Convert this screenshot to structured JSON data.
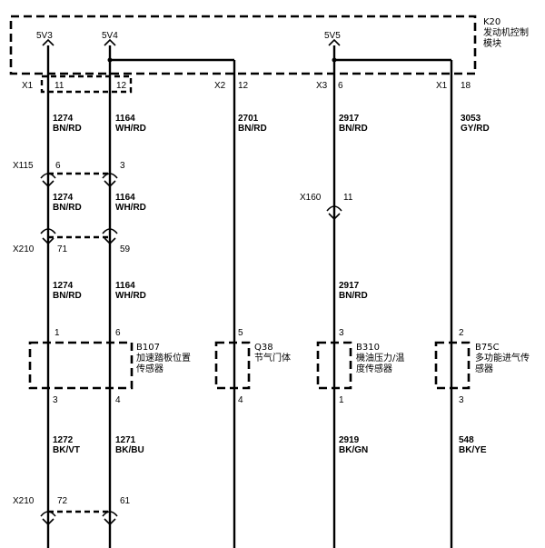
{
  "module": {
    "id": "K20",
    "name_line1": "发动机控制",
    "name_line2": "模块",
    "pins": [
      "5V3",
      "5V4",
      "5V5"
    ]
  },
  "ecm_connectors": [
    {
      "conn": "X1",
      "pins": [
        "11",
        "12"
      ]
    },
    {
      "conn": "X2",
      "pin": "12"
    },
    {
      "conn": "X3",
      "pin": "6"
    },
    {
      "conn": "X1",
      "pin": "18"
    }
  ],
  "wires_top": [
    {
      "circuit": "1274",
      "color": "BN/RD"
    },
    {
      "circuit": "1164",
      "color": "WH/RD"
    },
    {
      "circuit": "2701",
      "color": "BN/RD"
    },
    {
      "circuit": "2917",
      "color": "BN/RD"
    },
    {
      "circuit": "3053",
      "color": "GY/RD"
    }
  ],
  "inline_connectors": [
    {
      "name": "X115",
      "pins": [
        "6",
        "3"
      ]
    },
    {
      "name": "X210",
      "pins": [
        "71",
        "59"
      ]
    },
    {
      "name": "X160",
      "pin": "11"
    },
    {
      "name": "X210",
      "pins": [
        "72",
        "61"
      ]
    }
  ],
  "wires_mid1": [
    {
      "circuit": "1274",
      "color": "BN/RD"
    },
    {
      "circuit": "1164",
      "color": "WH/RD"
    }
  ],
  "wires_mid2": [
    {
      "circuit": "1274",
      "color": "BN/RD"
    },
    {
      "circuit": "1164",
      "color": "WH/RD"
    },
    {
      "circuit": "2917",
      "color": "BN/RD"
    }
  ],
  "components": [
    {
      "id": "B107",
      "name_line1": "加速踏板位置",
      "name_line2": "传感器",
      "pins_top": [
        "1",
        "6"
      ],
      "pins_bottom": [
        "3",
        "4"
      ]
    },
    {
      "id": "Q38",
      "name_line1": "节气门体",
      "pin_top": "5",
      "pin_bottom": "4"
    },
    {
      "id": "B310",
      "name_line1": "機油压力/温",
      "name_line2": "度传感器",
      "pin_top": "3",
      "pin_bottom": "1"
    },
    {
      "id": "B75C",
      "name_line1": "多功能进气传",
      "name_line2": "感器",
      "pin_top": "2",
      "pin_bottom": "3"
    }
  ],
  "wires_bottom": [
    {
      "circuit": "1272",
      "color": "BK/VT"
    },
    {
      "circuit": "1271",
      "color": "BK/BU"
    },
    {
      "circuit": "2919",
      "color": "BK/GN"
    },
    {
      "circuit": "548",
      "color": "BK/YE"
    }
  ],
  "colors": {
    "line": "#000000",
    "background": "#ffffff"
  }
}
